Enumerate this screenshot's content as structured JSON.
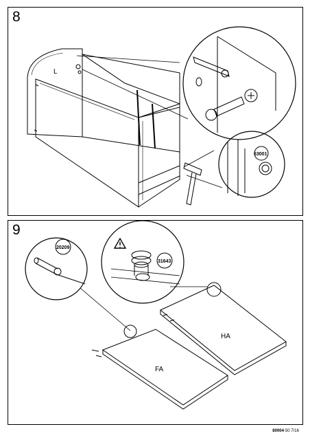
{
  "steps": [
    {
      "number": "8",
      "labels": {
        "side_panel": "L",
        "part_number": "63001"
      }
    },
    {
      "number": "9",
      "labels": {
        "dowel_part": "20209",
        "cam_part": "31643",
        "board_a": "HA",
        "board_b": "FA"
      }
    }
  ],
  "footer": {
    "code": "80004",
    "revision": "-50 7/16"
  }
}
